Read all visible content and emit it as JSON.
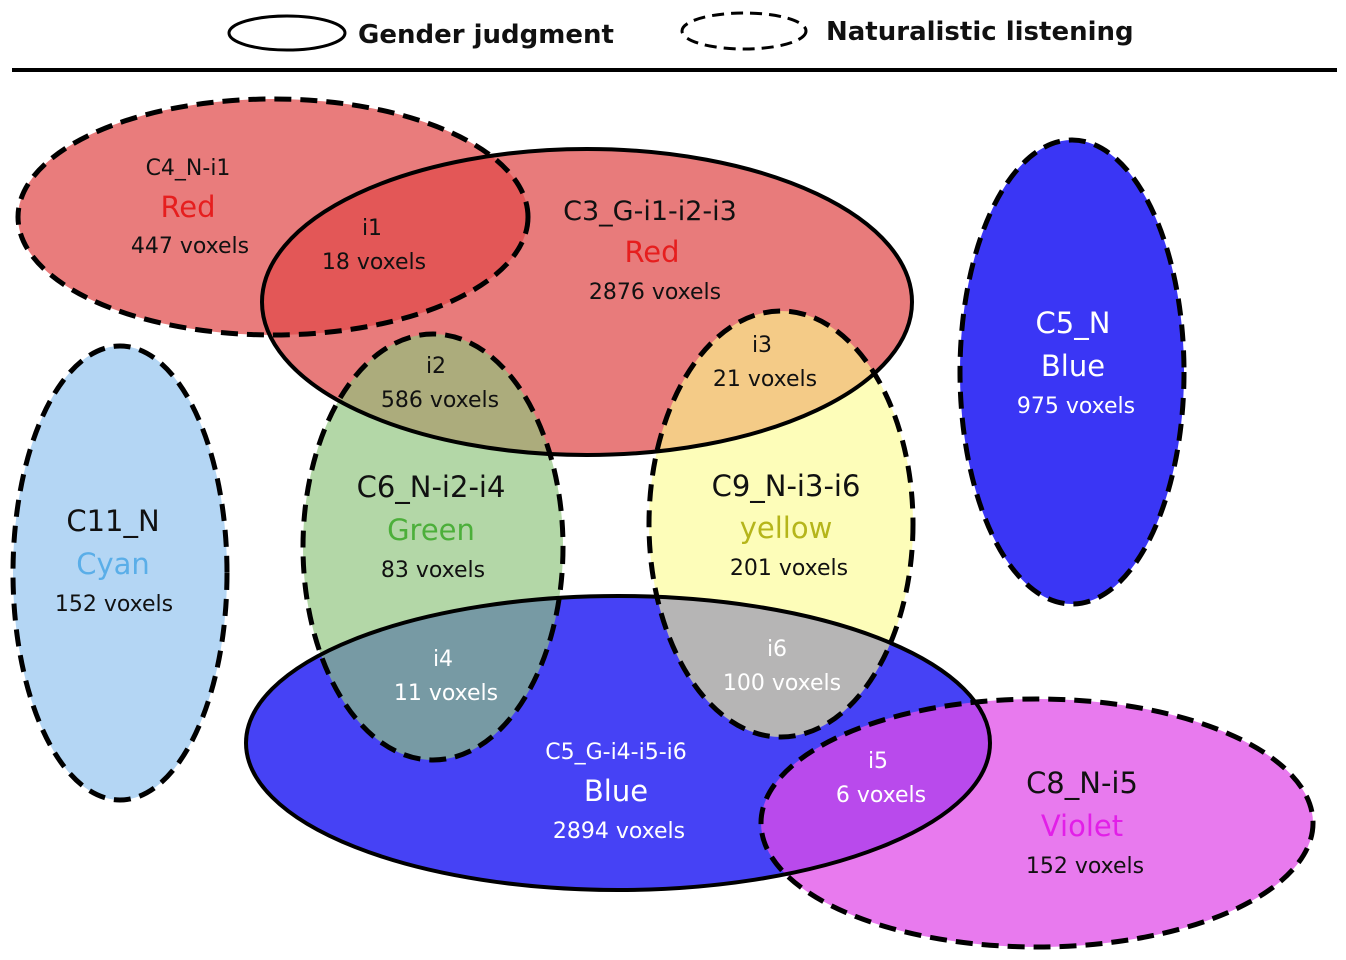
{
  "legend": {
    "solid_label": "Gender judgment",
    "dashed_label": "Naturalistic listening"
  },
  "colors": {
    "red": "#e61e1e",
    "red_fill": "#e8615f",
    "blue_fill": "#3a36f5",
    "green_fill": "#8fc47e",
    "green_text": "#4caf3a",
    "yellow_fill": "#fbfb8e",
    "yellow_text": "#b5b51a",
    "cyan_fill": "#b4d6f4",
    "cyan_text": "#5aaee8",
    "violet_fill": "#ea72f0",
    "violet_text": "#e21ee8"
  },
  "clusters": {
    "c4": {
      "name": "C4_N-i1",
      "color_word": "Red",
      "voxels": "447 voxels"
    },
    "c3": {
      "name": "C3_G-i1-i2-i3",
      "color_word": "Red",
      "voxels": "2876 voxels"
    },
    "c5n": {
      "name": "C5_N",
      "color_word": "Blue",
      "voxels": "975 voxels"
    },
    "c11": {
      "name": "C11_N",
      "color_word": "Cyan",
      "voxels": "152 voxels"
    },
    "c6": {
      "name": "C6_N-i2-i4",
      "color_word": "Green",
      "voxels": "83 voxels"
    },
    "c9": {
      "name": "C9_N-i3-i6",
      "color_word": "yellow",
      "voxels": "201 voxels"
    },
    "c5g": {
      "name": "C5_G-i4-i5-i6",
      "color_word": "Blue",
      "voxels": "2894 voxels"
    },
    "c8": {
      "name": "C8_N-i5",
      "color_word": "Violet",
      "voxels": "152 voxels"
    }
  },
  "intersections": {
    "i1": {
      "label": "i1",
      "voxels": "18  voxels"
    },
    "i2": {
      "label": "i2",
      "voxels": "586 voxels"
    },
    "i3": {
      "label": "i3",
      "voxels": "21 voxels"
    },
    "i4": {
      "label": "i4",
      "voxels": "11 voxels"
    },
    "i5": {
      "label": "i5",
      "voxels": "6 voxels"
    },
    "i6": {
      "label": "i6",
      "voxels": "100 voxels"
    }
  }
}
